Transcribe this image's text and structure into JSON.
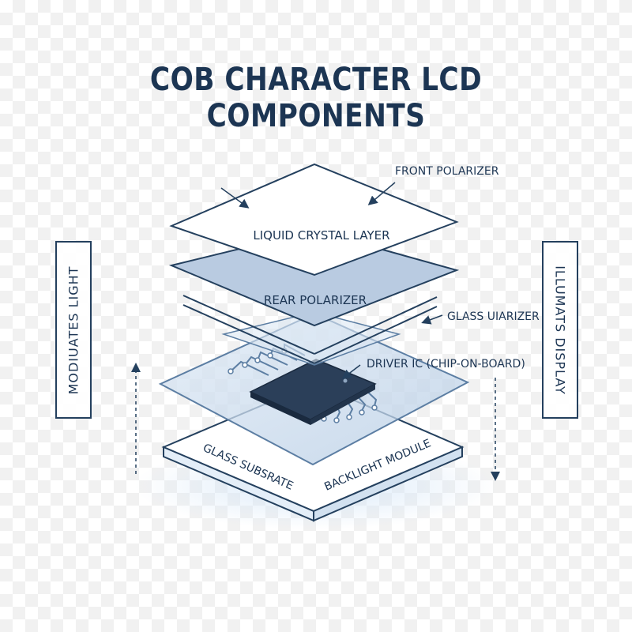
{
  "title": "COB CHARACTER LCD COMPONENTS",
  "labels": {
    "front_polarizer": "FRONT POLARIZER",
    "liquid_crystal_layer": "LIQUID CRYSTAL LAYER",
    "rear_polarizer": "REAR POLARIZER",
    "glass_uiarizer": "GLASS UIARIZER",
    "driver_ic": "DRIVER IC (CHIP-ON-BOARD)",
    "glass_substrate": "GLASS SUBSRATE",
    "backlight_module": "BACKLIGHT MODULE"
  },
  "side_labels": {
    "left": "MODIUATES LIGHT",
    "right": "ILLUMATS DISPLAY"
  },
  "colors": {
    "primary": "#1c3553",
    "layer_blue": "#b9cbe1",
    "glass_blue": "#cfe0f2",
    "chip": "#2b3f59"
  }
}
